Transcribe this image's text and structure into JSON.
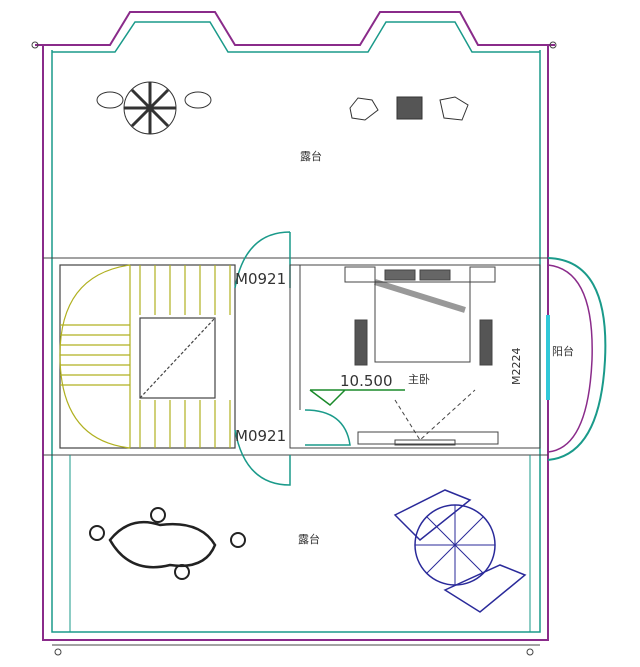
{
  "labels": {
    "terrace_top": "露台",
    "terrace_bottom": "露台",
    "door_top": "M0921",
    "door_bottom": "M0921",
    "door_balcony": "M2224",
    "elevation": "10.500",
    "master_bedroom": "主卧",
    "balcony": "阳台"
  },
  "colors": {
    "wall_purple": "#8a2b8a",
    "wall_teal": "#1a9a8a",
    "stair_yellow": "#b0b020",
    "furniture_blue": "#2a2a9a",
    "line_gray": "#444444",
    "glass_cyan": "#30c8d8",
    "elevation_green": "#1a8a2a"
  }
}
